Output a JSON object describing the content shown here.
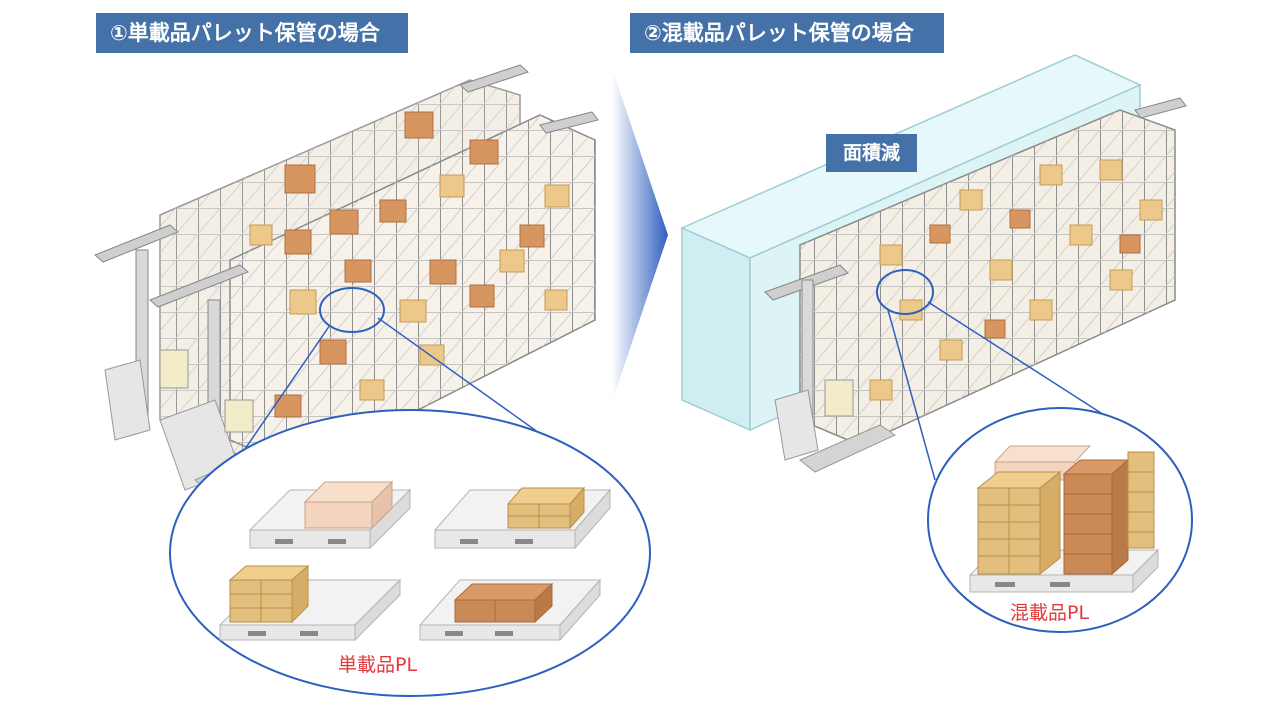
{
  "left": {
    "title": "①単載品パレット保管の場合",
    "pallet_label": "単載品PL"
  },
  "right": {
    "title": "②混載品パレット保管の場合",
    "area_badge": "面積減",
    "pallet_label": "混載品PL"
  },
  "colors": {
    "badge_bg": "#4472a8",
    "label_red": "#e03a3a",
    "arrow_blue": "#2f5fbf",
    "frame_grey": "#9a9a9a",
    "box_tan": "#e3bf7e",
    "box_brown": "#c98a55",
    "box_pink": "#f2d4bf",
    "reduction_block": "#d8f3f5"
  }
}
